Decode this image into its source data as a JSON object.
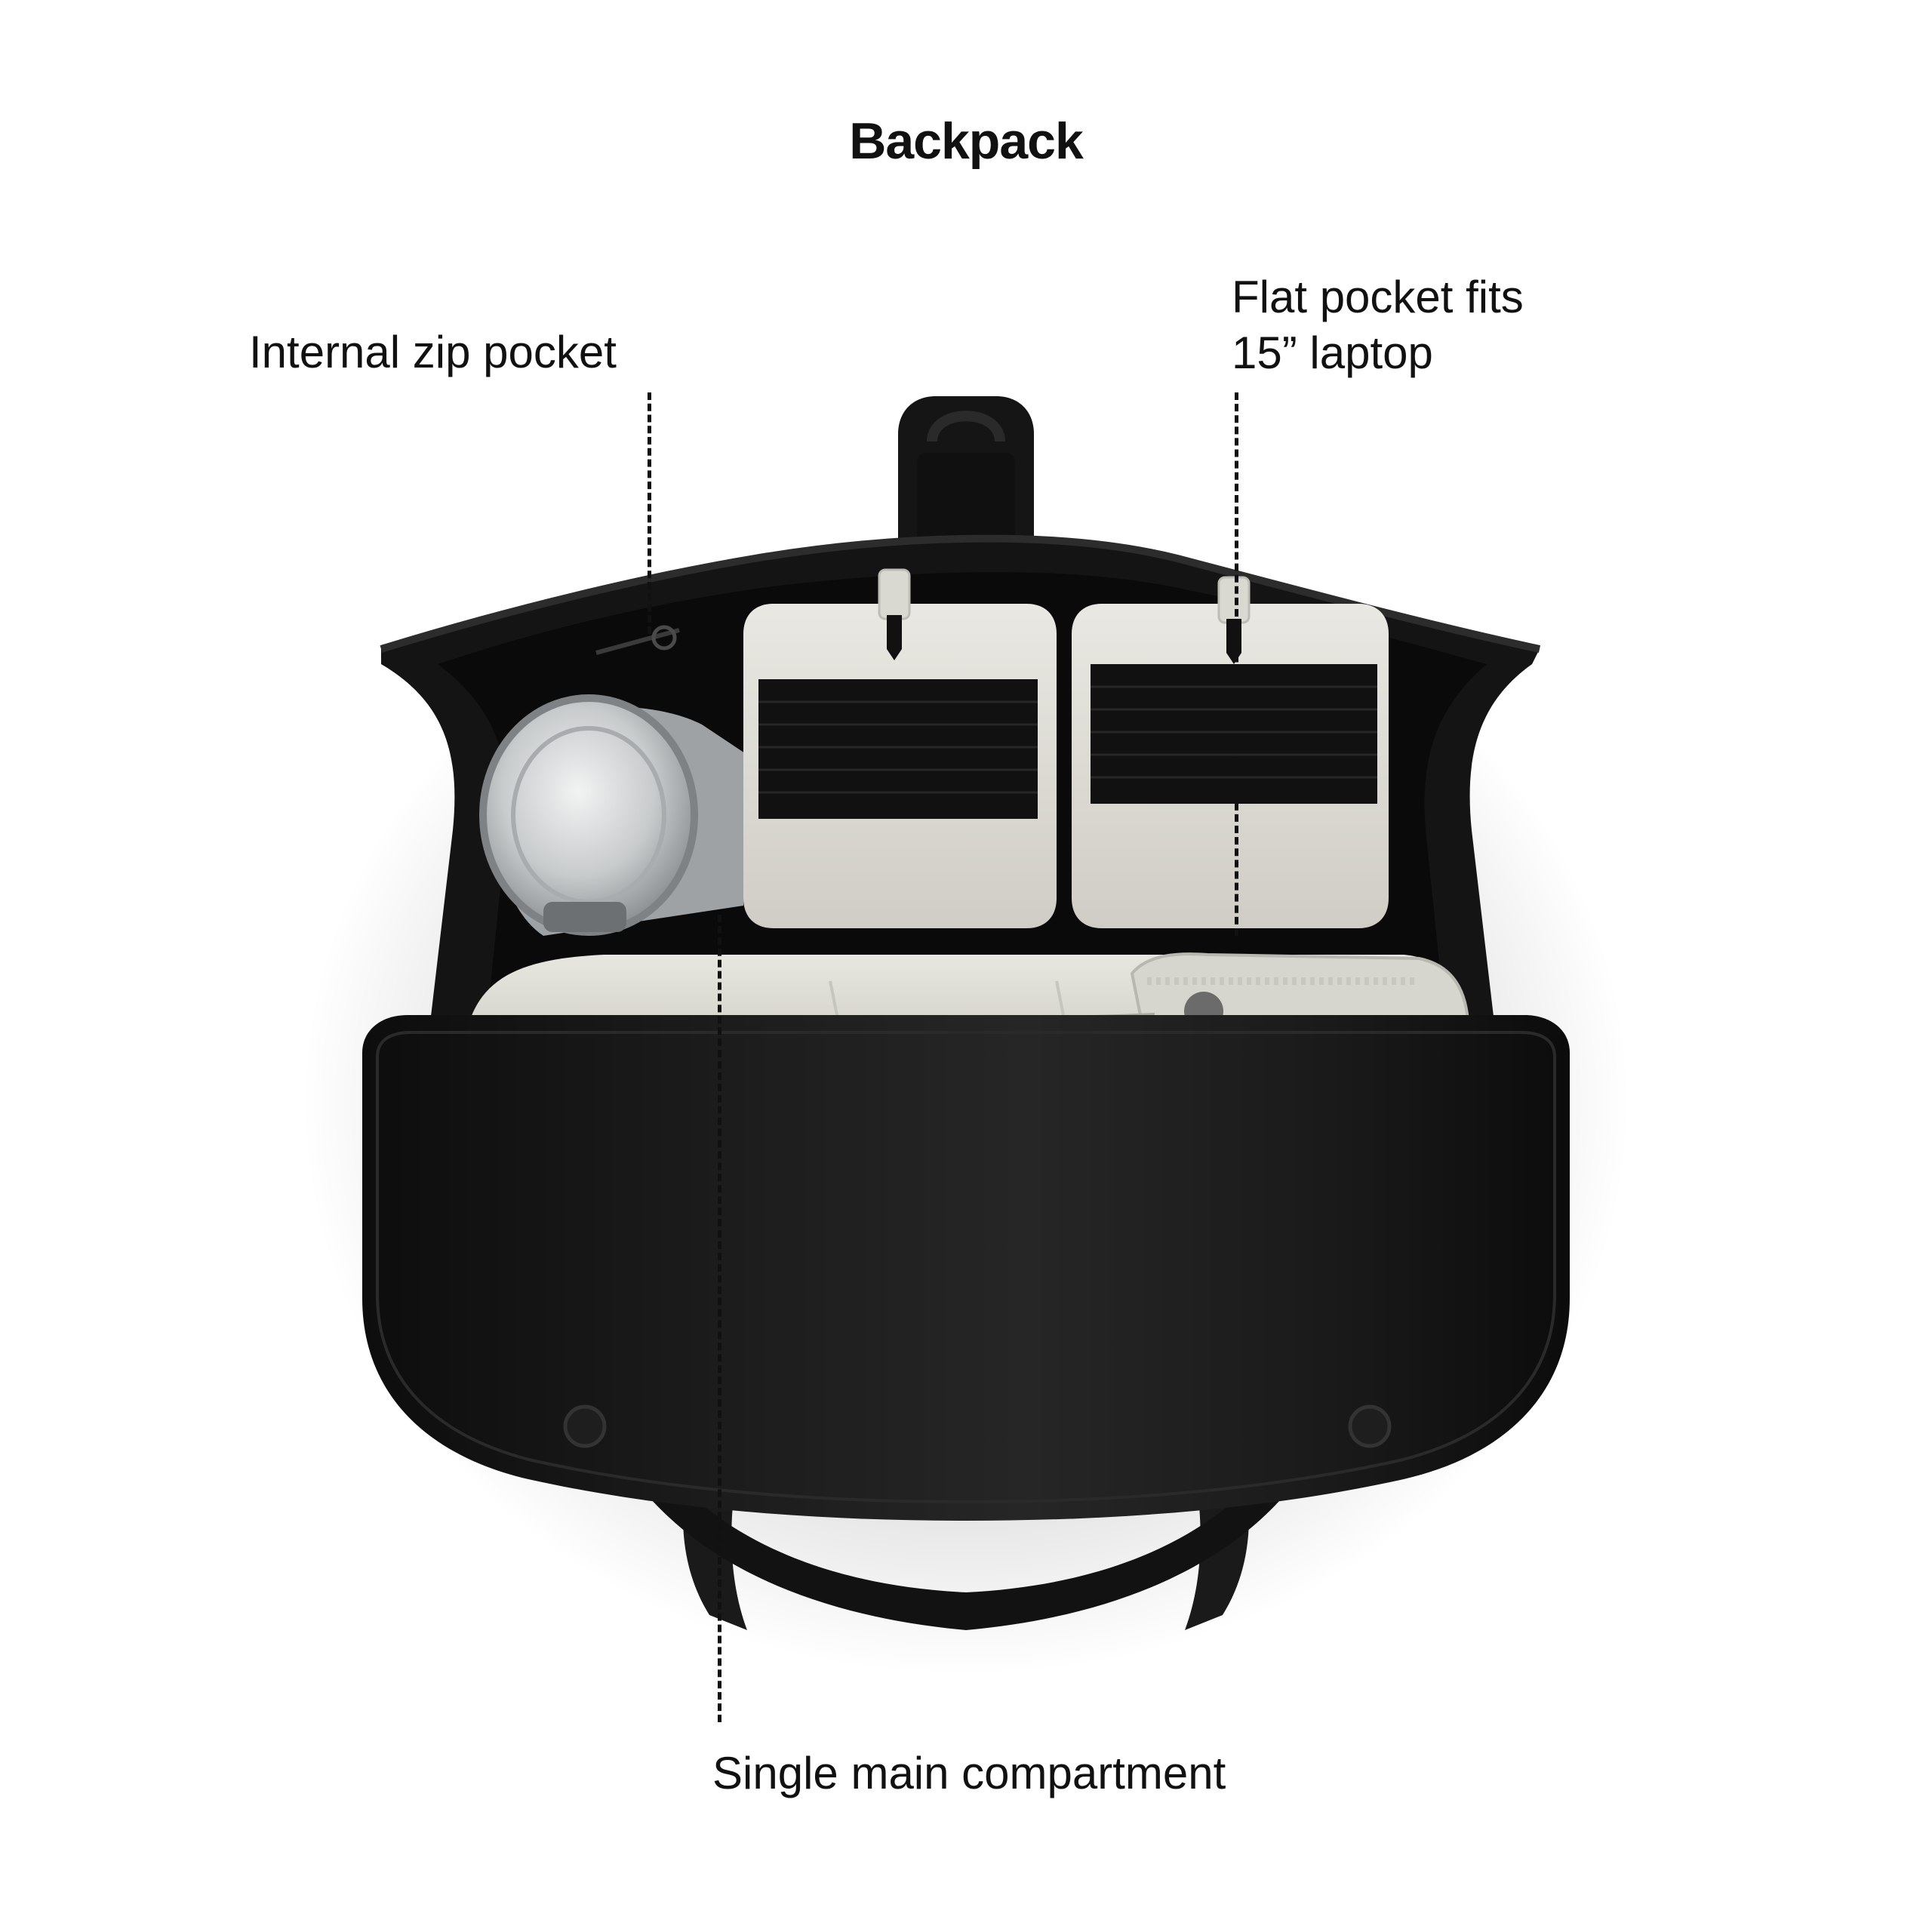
{
  "title": "Backpack",
  "callouts": {
    "internal_zip_pocket": "Internal zip pocket",
    "laptop_pocket_line1": "Flat pocket fits",
    "laptop_pocket_line2": "15” laptop",
    "main_compartment": "Single main compartment"
  },
  "colors": {
    "background": "#ffffff",
    "bag": "#141414",
    "pouch": "#dddcd5",
    "bottle": "#b9bbbc"
  }
}
